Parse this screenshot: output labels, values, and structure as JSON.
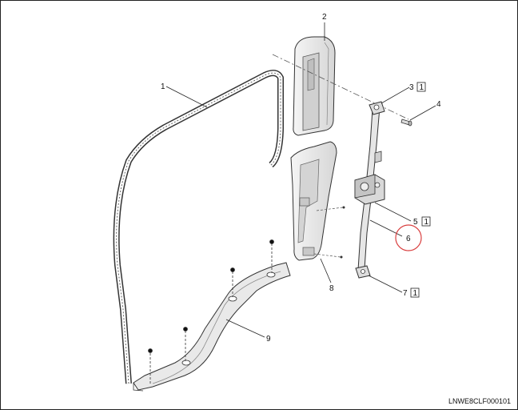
{
  "callouts": [
    {
      "num": "1",
      "box": ""
    },
    {
      "num": "2",
      "box": ""
    },
    {
      "num": "3",
      "box": "1"
    },
    {
      "num": "4",
      "box": ""
    },
    {
      "num": "5",
      "box": "1"
    },
    {
      "num": "6",
      "box": "",
      "highlight": true
    },
    {
      "num": "7",
      "box": "1"
    },
    {
      "num": "8",
      "box": ""
    },
    {
      "num": "9",
      "box": ""
    }
  ],
  "image_code": "LNWE8CLF000101",
  "colors": {
    "part_fill": "#ececec",
    "part_stroke": "#333333",
    "highlight_circle": "#d94040"
  }
}
